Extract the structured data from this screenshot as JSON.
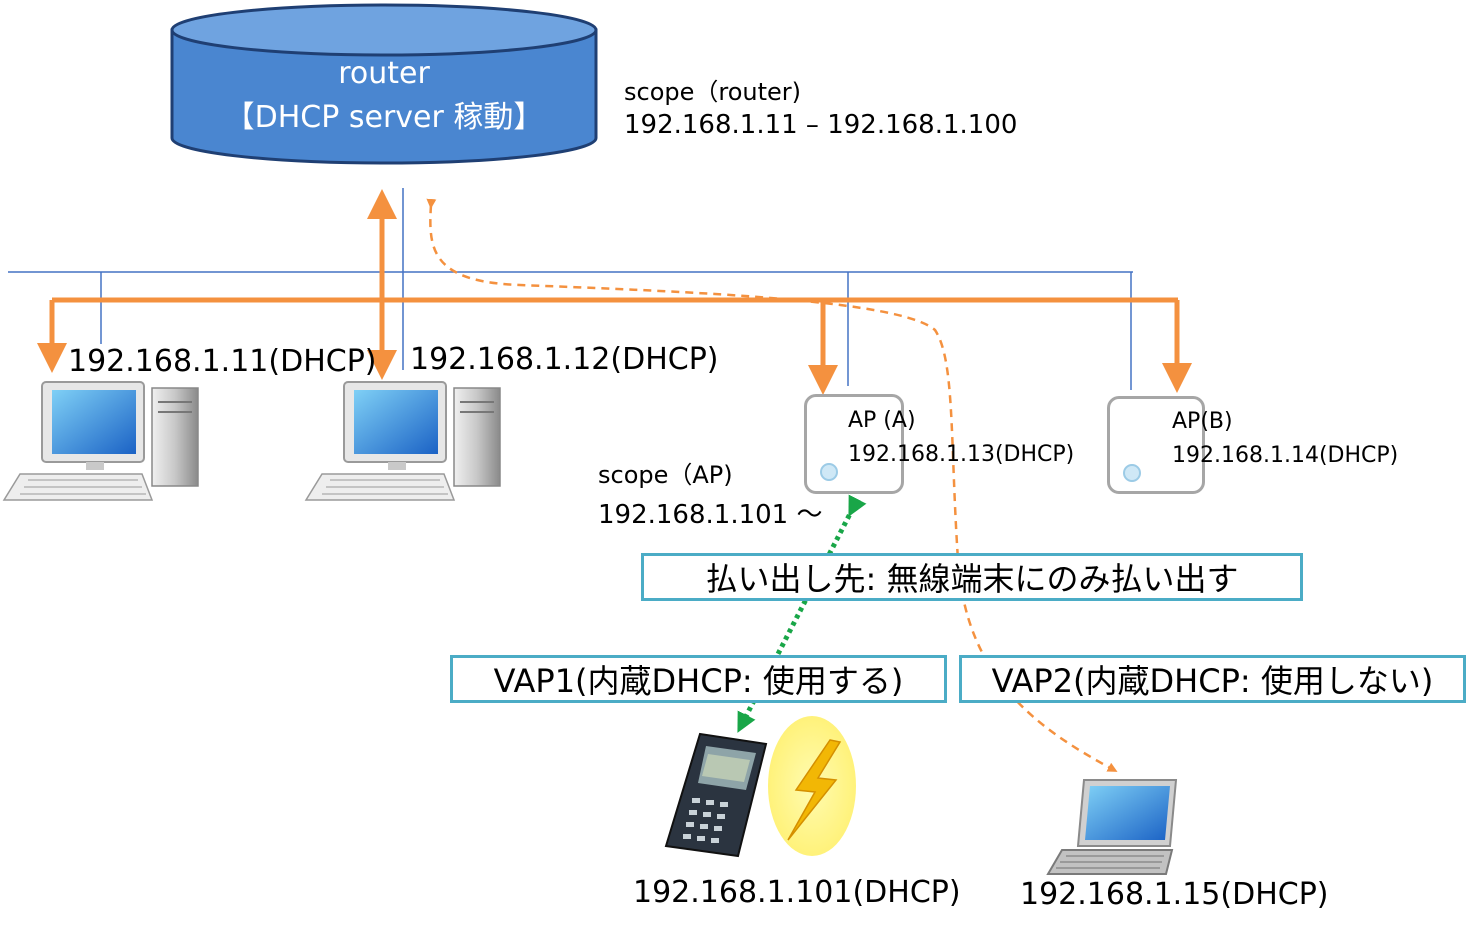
{
  "router": {
    "line1": "router",
    "line2": "【DHCP server 稼動】",
    "fill_color": "#4a86d0"
  },
  "router_scope": {
    "title": "scope（router)",
    "range": "192.168.1.11 – 192.168.1.100"
  },
  "pc1": {
    "ip": "192.168.1.11(DHCP)",
    "icon": "desktop-pc-icon"
  },
  "pc2": {
    "ip": "192.168.1.12(DHCP)",
    "icon": "desktop-pc-icon"
  },
  "ap_a": {
    "name": "AP (A)",
    "ip": "192.168.1.13(DHCP)"
  },
  "ap_b": {
    "name": "AP(B)",
    "ip": "192.168.1.14(DHCP)"
  },
  "ap_scope": {
    "title": "scope（AP)",
    "range": "192.168.1.101 ～"
  },
  "labels": {
    "lease_target": "払い出し先: 無線端末にのみ払い出す",
    "vap1": "VAP1(内蔵DHCP: 使用する)",
    "vap2": "VAP2(内蔵DHCP: 使用しない)"
  },
  "handheld": {
    "ip": "192.168.1.101(DHCP)",
    "icon": "handheld-terminal-icon"
  },
  "laptop": {
    "ip": "192.168.1.15(DHCP)",
    "icon": "laptop-icon"
  },
  "colors": {
    "network_line": "#4472c4",
    "dhcp_arrow": "#f4913f",
    "vap1_arrow": "#19a648",
    "box_border": "#4bacc6",
    "ap_border": "#a6a6a6"
  }
}
